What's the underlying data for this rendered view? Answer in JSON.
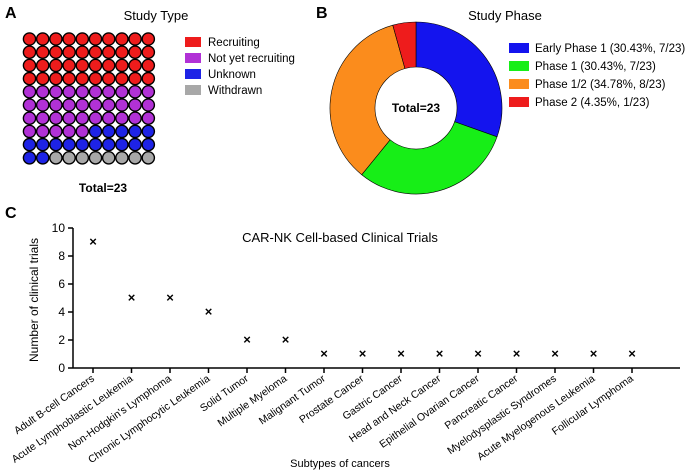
{
  "panels": {
    "a": {
      "letter": "A",
      "title": "Study Type",
      "total_label": "Total=23"
    },
    "b": {
      "letter": "B",
      "title": "Study Phase",
      "center_label": "Total=23"
    },
    "c": {
      "letter": "C",
      "title": "CAR-NK Cell-based Clinical Trials"
    }
  },
  "chart_data": [
    {
      "type": "waffle",
      "title": "Study Type",
      "grid": {
        "rows": 10,
        "cols": 10
      },
      "total": "Total=23",
      "series": [
        {
          "name": "Recruiting",
          "color": "#ee1c1c",
          "cells": 40
        },
        {
          "name": "Not yet recruiting",
          "color": "#b131d6",
          "cells": 35
        },
        {
          "name": "Unknown",
          "color": "#1e23e6",
          "cells": 17
        },
        {
          "name": "Withdrawn",
          "color": "#a8a8a8",
          "cells": 8
        }
      ]
    },
    {
      "type": "pie",
      "title": "Study Phase",
      "donut": true,
      "center_label": "Total=23",
      "slices": [
        {
          "name": "Early Phase 1 (30.43%, 7/23)",
          "value": 7,
          "color": "#1414ee"
        },
        {
          "name": "Phase 1 (30.43%, 7/23)",
          "value": 7,
          "color": "#17ee17"
        },
        {
          "name": "Phase 1/2 (34.78%, 8/23)",
          "value": 8,
          "color": "#fb8c1c"
        },
        {
          "name": "Phase 2 (4.35%, 1/23)",
          "value": 1,
          "color": "#ee1c1c"
        }
      ]
    },
    {
      "type": "scatter",
      "title": "CAR-NK Cell-based Clinical Trials",
      "xlabel": "Subtypes of cancers",
      "ylabel": "Number of clinical trials",
      "ylim": [
        0,
        10
      ],
      "yticks": [
        "0",
        "2",
        "4",
        "6",
        "8",
        "10"
      ],
      "marker": "×",
      "grid": false,
      "categories": [
        "Adult B-cell Cancers",
        "Acute Lymphoblastic Leukemia",
        "Non-Hodgkin's Lymphoma",
        "Chronic Lymphocytic Leukemia",
        "Solid Tumor",
        "Multiple Myeloma",
        "Malignant Tumor",
        "Prostate Cancer",
        "Gastric Cancer",
        "Head and Neck Cancer",
        "Epithelial Ovarian Cancer",
        "Pancreatic Cancer",
        "Myelodysplastic Syndromes",
        "Acute Myelogenous Leukemia",
        "Follicular Lymphoma"
      ],
      "values": [
        9,
        5,
        5,
        4,
        2,
        2,
        1,
        1,
        1,
        1,
        1,
        1,
        1,
        1,
        1
      ]
    }
  ]
}
